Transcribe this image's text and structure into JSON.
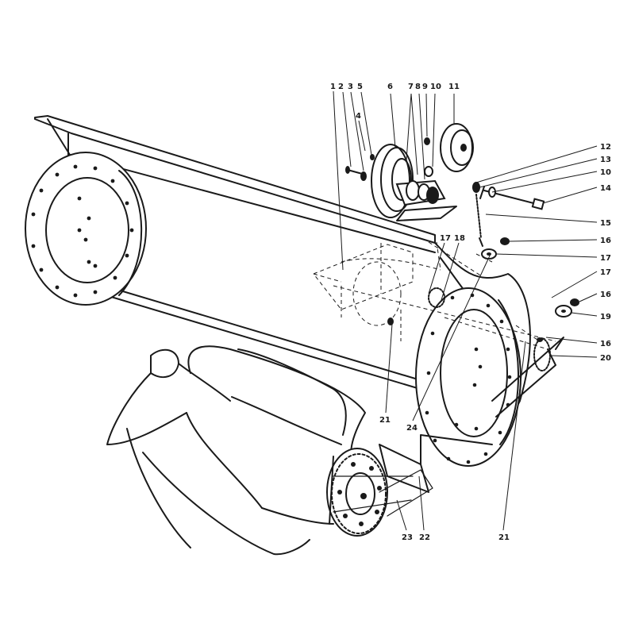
{
  "diagram": {
    "part_labels": [
      {
        "id": "l1",
        "text": "1"
      },
      {
        "id": "l2",
        "text": "2"
      },
      {
        "id": "l3",
        "text": "3"
      },
      {
        "id": "l5",
        "text": "5"
      },
      {
        "id": "l4",
        "text": "4"
      },
      {
        "id": "l6",
        "text": "6"
      },
      {
        "id": "l7",
        "text": "7"
      },
      {
        "id": "l8",
        "text": "8"
      },
      {
        "id": "l9",
        "text": "9"
      },
      {
        "id": "l10a",
        "text": "10"
      },
      {
        "id": "l11",
        "text": "11"
      },
      {
        "id": "l12",
        "text": "12"
      },
      {
        "id": "l13",
        "text": "13"
      },
      {
        "id": "l10b",
        "text": "10"
      },
      {
        "id": "l14",
        "text": "14"
      },
      {
        "id": "l15",
        "text": "15"
      },
      {
        "id": "l16a",
        "text": "16"
      },
      {
        "id": "l17a",
        "text": "17"
      },
      {
        "id": "l17b",
        "text": "17"
      },
      {
        "id": "l18",
        "text": "18"
      },
      {
        "id": "l17c",
        "text": "17"
      },
      {
        "id": "l16b",
        "text": "16"
      },
      {
        "id": "l19",
        "text": "19"
      },
      {
        "id": "l16c",
        "text": "16"
      },
      {
        "id": "l20",
        "text": "20"
      },
      {
        "id": "l21a",
        "text": "21"
      },
      {
        "id": "l24",
        "text": "24"
      },
      {
        "id": "l21b",
        "text": "21"
      },
      {
        "id": "l23",
        "text": "23"
      },
      {
        "id": "l22",
        "text": "22"
      }
    ]
  }
}
